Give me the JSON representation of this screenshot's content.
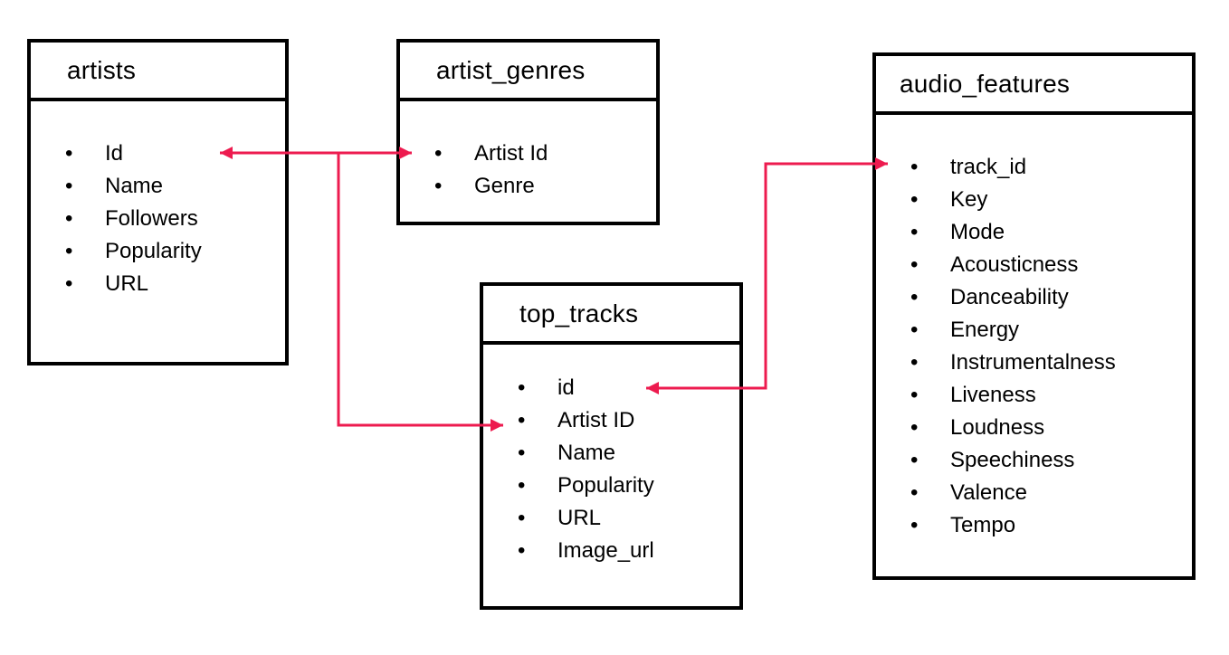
{
  "page": {
    "background": "#ffffff"
  },
  "diagram": {
    "accent_color": "#ed1b4f",
    "line_color": "#000000",
    "tables": [
      {
        "title": "artists",
        "fields": [
          "Id",
          "Name",
          "Followers",
          "Popularity",
          "URL"
        ]
      },
      {
        "title": "artist_genres",
        "fields": [
          "Artist Id",
          "Genre"
        ]
      },
      {
        "title": "top_tracks",
        "fields": [
          "id",
          "Artist ID",
          "Name",
          "Popularity",
          "URL",
          "Image_url"
        ]
      },
      {
        "title": "audio_features",
        "fields": [
          "track_id",
          "Key",
          "Mode",
          "Acousticness",
          "Danceability",
          "Energy",
          "Instrumentalness",
          "Liveness",
          "Loudness",
          "Speechiness",
          "Valence",
          "Tempo"
        ]
      }
    ],
    "relations": [
      {
        "from": "artists.Id",
        "to": "artist_genres.Artist Id",
        "arrows": "both-ends"
      },
      {
        "from": "artist_genres.Artist Id",
        "to": "top_tracks.Artist ID",
        "arrows": "end"
      },
      {
        "from": "top_tracks.id",
        "to": "audio_features.track_id",
        "arrows": "both-ends"
      }
    ]
  }
}
